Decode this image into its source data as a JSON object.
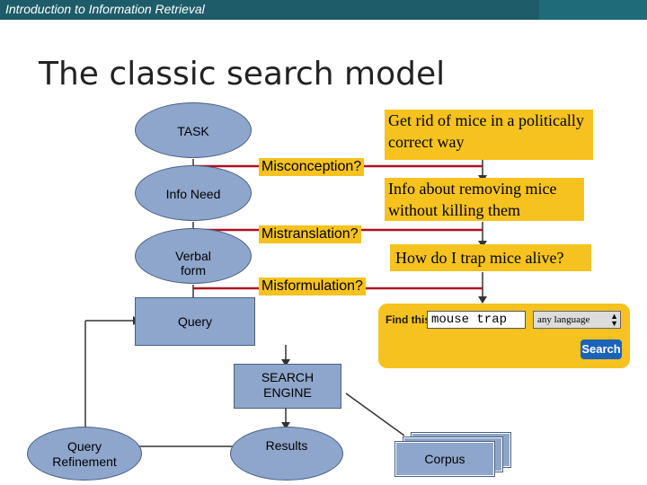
{
  "header": {
    "course_title": "Introduction to Information Retrieval"
  },
  "slide": {
    "title": "The classic search model"
  },
  "nodes": {
    "task": "TASK",
    "info_need": "Info Need",
    "verbal_form_line1": "Verbal",
    "verbal_form_line2": "form",
    "query": "Query",
    "search_engine_line1": "SEARCH",
    "search_engine_line2": "ENGINE",
    "results": "Results",
    "query_refinement_line1": "Query",
    "query_refinement_line2": "Refinement",
    "corpus": "Corpus"
  },
  "errors": {
    "misconception": "Misconception?",
    "mistranslation": "Mistranslation?",
    "misformulation": "Misformulation?"
  },
  "examples": {
    "task": "Get rid of mice in a politically correct way",
    "info_need": "Info about removing mice without killing them",
    "verbal": "How do I trap mice alive?"
  },
  "search_widget": {
    "label": "Find this:",
    "query_value": "mouse trap",
    "language": "any language",
    "button": "Search"
  },
  "colors": {
    "header": "#1b4f5c",
    "node_fill": "#8ea6cc",
    "note_fill": "#f5c21f",
    "error_line": "#b01020"
  }
}
